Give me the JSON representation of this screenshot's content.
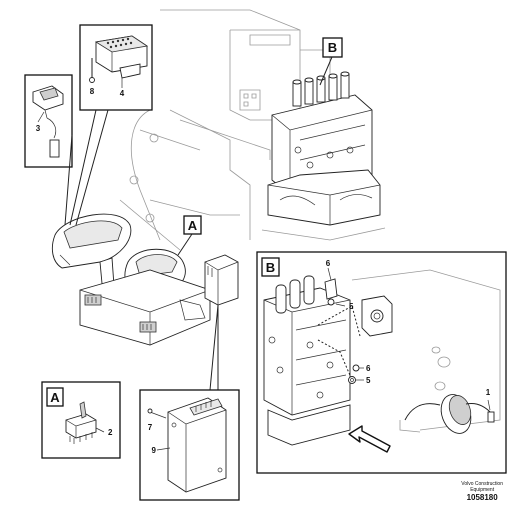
{
  "callouts": {
    "A": "A",
    "B": "B"
  },
  "parts": {
    "p1": "1",
    "p2": "2",
    "p3": "3",
    "p4": "4",
    "p5a": "5",
    "p5b": "5",
    "p6a": "6",
    "p6b": "6",
    "p7": "7",
    "p8": "8",
    "p9": "9"
  },
  "footer": {
    "brand_line1": "Volvo Construction",
    "brand_line2": "Equipment",
    "code": "1058180"
  }
}
